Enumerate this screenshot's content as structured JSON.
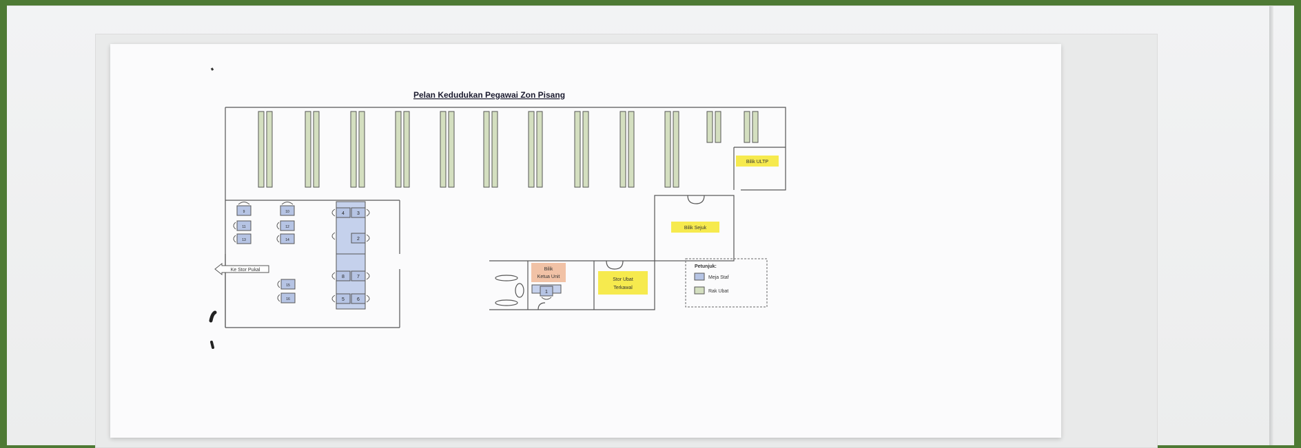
{
  "plan": {
    "title": "Pelan Kedudukan Pegawai Zon Pisang",
    "rooms": {
      "bilik_ultp": "Bilik ULTP",
      "bilik_sejuk": "Bilik Sejuk",
      "bilik_ketua_line1": "Bilik",
      "bilik_ketua_line2": "Ketua Unit",
      "stor_line1": "Stor Ubat",
      "stor_line2": "Terkawal"
    },
    "arrow_label": "Ke Stor Pukal",
    "desks": {
      "d1": "1",
      "d2": "2",
      "d3": "3",
      "d4": "4",
      "d5": "5",
      "d6": "6",
      "d7": "7",
      "d8": "8",
      "d9": "9",
      "d10": "10",
      "d11": "11",
      "d12": "12",
      "d13": "13",
      "d14": "14",
      "d15": "15",
      "d16": "16"
    },
    "legend": {
      "title": "Petunjuk:",
      "meja_staf": "Meja Staf",
      "rak_ubat": "Rak Ubat"
    },
    "colors": {
      "rack_fill": "#d4dfc0",
      "desk_fill": "#b6c4e4",
      "room_label_fill": "#f6ea4e",
      "ketua_label_fill": "#f1c2a6",
      "background_green": "#4e7a34"
    }
  }
}
